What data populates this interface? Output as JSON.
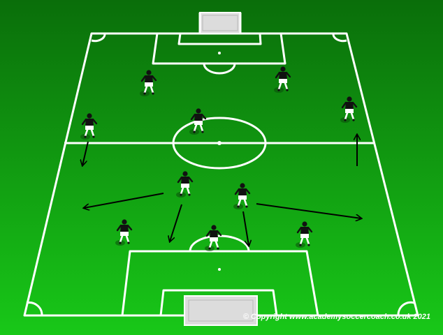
{
  "diagram": {
    "type": "soccer-tactics-pitch",
    "colors": {
      "grass_top": "#0a6e0a",
      "grass_bottom": "#18c818",
      "lines": "#ffffff",
      "arrows": "#000000",
      "player_shirt": "#111111",
      "player_shorts": "#ffffff"
    },
    "players": [
      {
        "id": "p1"
      },
      {
        "id": "p2"
      },
      {
        "id": "p3"
      },
      {
        "id": "p4"
      },
      {
        "id": "p5"
      },
      {
        "id": "p6"
      },
      {
        "id": "p7"
      },
      {
        "id": "p8"
      },
      {
        "id": "p9"
      },
      {
        "id": "p10"
      },
      {
        "id": "p11"
      }
    ],
    "arrows": [
      {
        "id": "a1"
      },
      {
        "id": "a2"
      },
      {
        "id": "a3"
      },
      {
        "id": "a4"
      },
      {
        "id": "a5"
      },
      {
        "id": "a6"
      },
      {
        "id": "a7"
      }
    ]
  },
  "copyright": "© Copyright www.academysoccercoach.co.uk 2021"
}
